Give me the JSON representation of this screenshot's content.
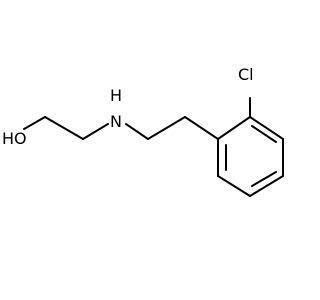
{
  "molecule": {
    "atoms": {
      "hydroxyl": "HO",
      "amine": "H\nN",
      "amine_h": "H",
      "amine_n": "N",
      "chlorine": "Cl"
    },
    "colors": {
      "bond": "#000000",
      "label": "#000000",
      "background": "#ffffff"
    }
  }
}
